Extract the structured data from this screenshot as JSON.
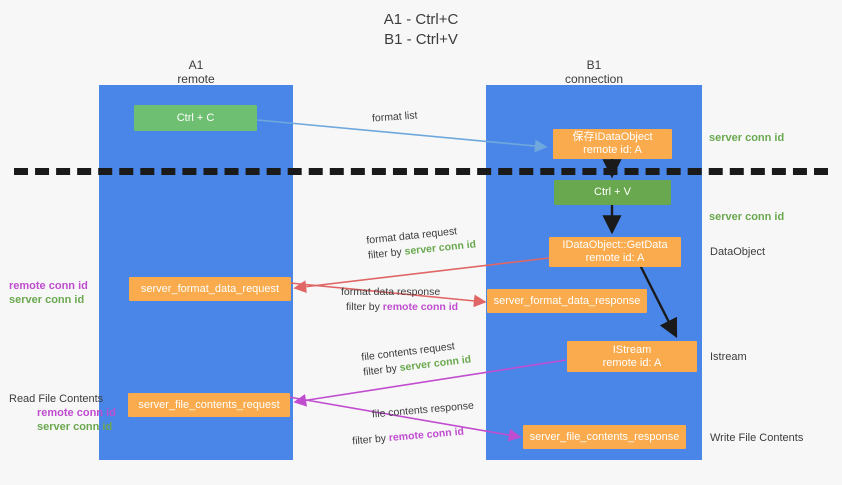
{
  "title": {
    "line1": "A1 - Ctrl+C",
    "line2": "B1 - Ctrl+V"
  },
  "lanes": [
    {
      "id": "a1",
      "name": "A1",
      "role": "remote",
      "color": "#4a86e8"
    },
    {
      "id": "b1",
      "name": "B1",
      "role": "connection",
      "color": "#4a86e8"
    }
  ],
  "nodes": {
    "ctrl_c": {
      "label": "Ctrl + C",
      "color": "#6fbf73"
    },
    "ctrl_v": {
      "label": "Ctrl + V",
      "color": "#6aa84f"
    },
    "save_idataobject": {
      "line1": "保存IDataObject",
      "line2": "remote id: A",
      "color": "#f9ab4e"
    },
    "getdata": {
      "line1": "IDataObject::GetData",
      "line2": "remote id: A",
      "color": "#f9ab4e"
    },
    "istream": {
      "line1": "IStream",
      "line2": "remote id: A",
      "color": "#f9ab4e"
    },
    "server_format_data_request": {
      "label": "server_format_data_request",
      "color": "#f9ab4e"
    },
    "server_format_data_response": {
      "label": "server_format_data_response",
      "color": "#f9ab4e"
    },
    "server_file_contents_request": {
      "label": "server_file_contents_request",
      "color": "#f9ab4e"
    },
    "server_file_contents_response": {
      "label": "server_file_contents_response",
      "color": "#f9ab4e"
    }
  },
  "right_labels": {
    "server_conn_id_top": "server conn id",
    "server_conn_id_mid": "server conn id",
    "dataobject": "DataObject",
    "istream": "Istream",
    "write_file_contents": "Write File Contents"
  },
  "left_labels": {
    "remote_conn_id_1": "remote conn id",
    "server_conn_id_1": "server conn id",
    "read_file_contents": "Read File Contents",
    "remote_conn_id_2": "remote conn id",
    "server_conn_id_2": "server conn id"
  },
  "edges": {
    "format_list": {
      "label": "format list",
      "color": "#6fa8dc"
    },
    "format_data_request": {
      "line1": "format data request",
      "line2_prefix": "filter by ",
      "line2_key": "server conn id",
      "color": "#e06666"
    },
    "format_data_response": {
      "line1": "format data response",
      "line2_prefix": "filter by ",
      "line2_key": "remote conn id",
      "color": "#e06666"
    },
    "file_contents_request": {
      "line1": "file contents request",
      "line2_prefix": "filter by ",
      "line2_key": "server conn id",
      "color": "#c04cd0"
    },
    "file_contents_response": {
      "line1": "file contents response",
      "line2_prefix": "filter by ",
      "line2_key": "remote conn id",
      "color": "#c04cd0"
    }
  },
  "colors": {
    "lane": "#4a86e8",
    "green": "#6aa84f",
    "orange": "#f9ab4e",
    "magenta": "#c04cd0",
    "red": "#e06666",
    "lightblue": "#6fa8dc",
    "black": "#1a1a1a"
  }
}
